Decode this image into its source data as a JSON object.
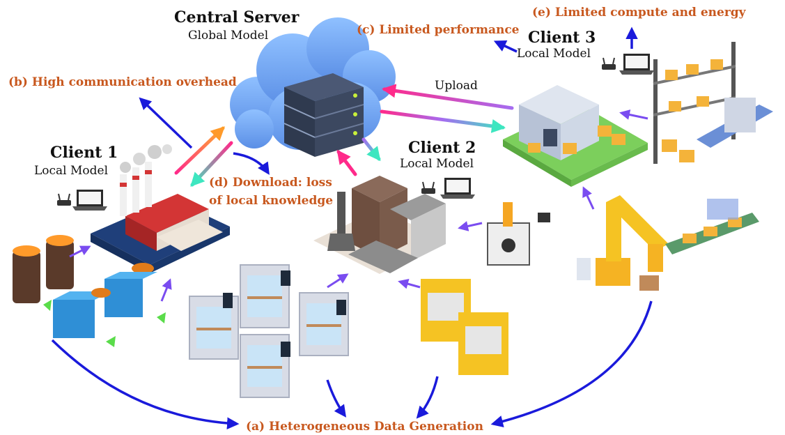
{
  "nodes": {
    "server": {
      "title": "Central Server",
      "subtitle": "Global Model"
    },
    "client1": {
      "title": "Client 1",
      "subtitle": "Local Model"
    },
    "client2": {
      "title": "Client 2",
      "subtitle": "Local Model"
    },
    "client3": {
      "title": "Client 3",
      "subtitle": "Local Model"
    }
  },
  "challenges": {
    "a": "(a) Heterogeneous Data Generation",
    "b": "(b) High communication overhead",
    "c": "(c) Limited performance",
    "d_line1": "(d) Download: loss",
    "d_line2": "of local knowledge",
    "e": "(e) Limited compute and energy"
  },
  "flow": {
    "upload": "Upload"
  },
  "colors": {
    "challenge_text": "#c8581e",
    "arrow_blue": "#1a1adb",
    "arrow_purple": "#7a4cf0",
    "upload_start": "#ff2a8a",
    "upload_end": "#3ee6c0",
    "cloud": "#7fb0f5",
    "server": "#2f3a4f"
  }
}
